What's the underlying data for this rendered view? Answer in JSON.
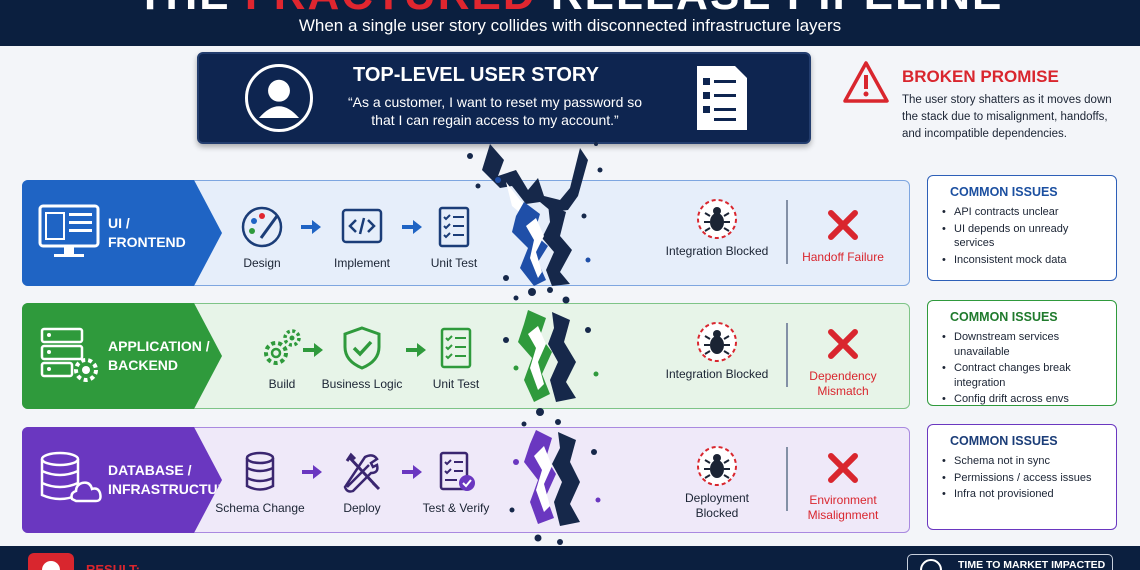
{
  "header": {
    "title_prefix": "THE ",
    "title_accent": "FRACTURED",
    "title_suffix": " RELEASE PIPELINE",
    "subtitle": "When a single user story collides with disconnected infrastructure layers"
  },
  "story": {
    "title": "TOP-LEVEL USER STORY",
    "quote": "“As a customer, I want to reset my password so that I can regain access to my account.”"
  },
  "promise": {
    "title": "BROKEN PROMISE",
    "text": "The user story shatters as it moves down the stack due to misalignment, handoffs, and incompatible dependencies."
  },
  "colors": {
    "navy": "#0b1f3f",
    "red": "#d9262e",
    "blue": "#1f64c4",
    "green": "#2f9a3c",
    "purple": "#6a37c0"
  },
  "layers": [
    {
      "name_line1": "UI /",
      "name_line2": "FRONTEND",
      "icon": "monitor-layout-icon",
      "steps": [
        {
          "icon": "palette-icon",
          "label": "Design"
        },
        {
          "icon": "code-icon",
          "label": "Implement"
        },
        {
          "icon": "checklist-icon",
          "label": "Unit Test"
        }
      ],
      "blocked": "Integration Blocked",
      "failure": "Handoff Failure",
      "issues_title": "COMMON ISSUES",
      "issues": [
        "API contracts unclear",
        "UI depends on unready services",
        "Inconsistent mock data"
      ]
    },
    {
      "name_line1": "APPLICATION /",
      "name_line2": "BACKEND",
      "icon": "server-gear-icon",
      "steps": [
        {
          "icon": "gears-icon",
          "label": "Build"
        },
        {
          "icon": "shield-check-icon",
          "label": "Business Logic"
        },
        {
          "icon": "checklist-icon",
          "label": "Unit Test"
        }
      ],
      "blocked": "Integration Blocked",
      "failure": "Dependency Mismatch",
      "issues_title": "COMMON ISSUES",
      "issues": [
        "Downstream services unavailable",
        "Contract changes break integration",
        "Config drift across envs"
      ]
    },
    {
      "name_line1": "DATABASE /",
      "name_line2": "INFRASTRUCTURE",
      "icon": "database-cloud-icon",
      "steps": [
        {
          "icon": "database-icon",
          "label": "Schema Change"
        },
        {
          "icon": "tools-icon",
          "label": "Deploy"
        },
        {
          "icon": "checklist-verify-icon",
          "label": "Test & Verify"
        }
      ],
      "blocked": "Deployment Blocked",
      "failure": "Environment Misalignment",
      "issues_title": "COMMON ISSUES",
      "issues": [
        "Schema not in sync",
        "Permissions / access issues",
        "Infra not provisioned"
      ]
    }
  ],
  "footer": {
    "result": "RESULT:",
    "ttm": "TIME TO MARKET IMPACTED"
  }
}
